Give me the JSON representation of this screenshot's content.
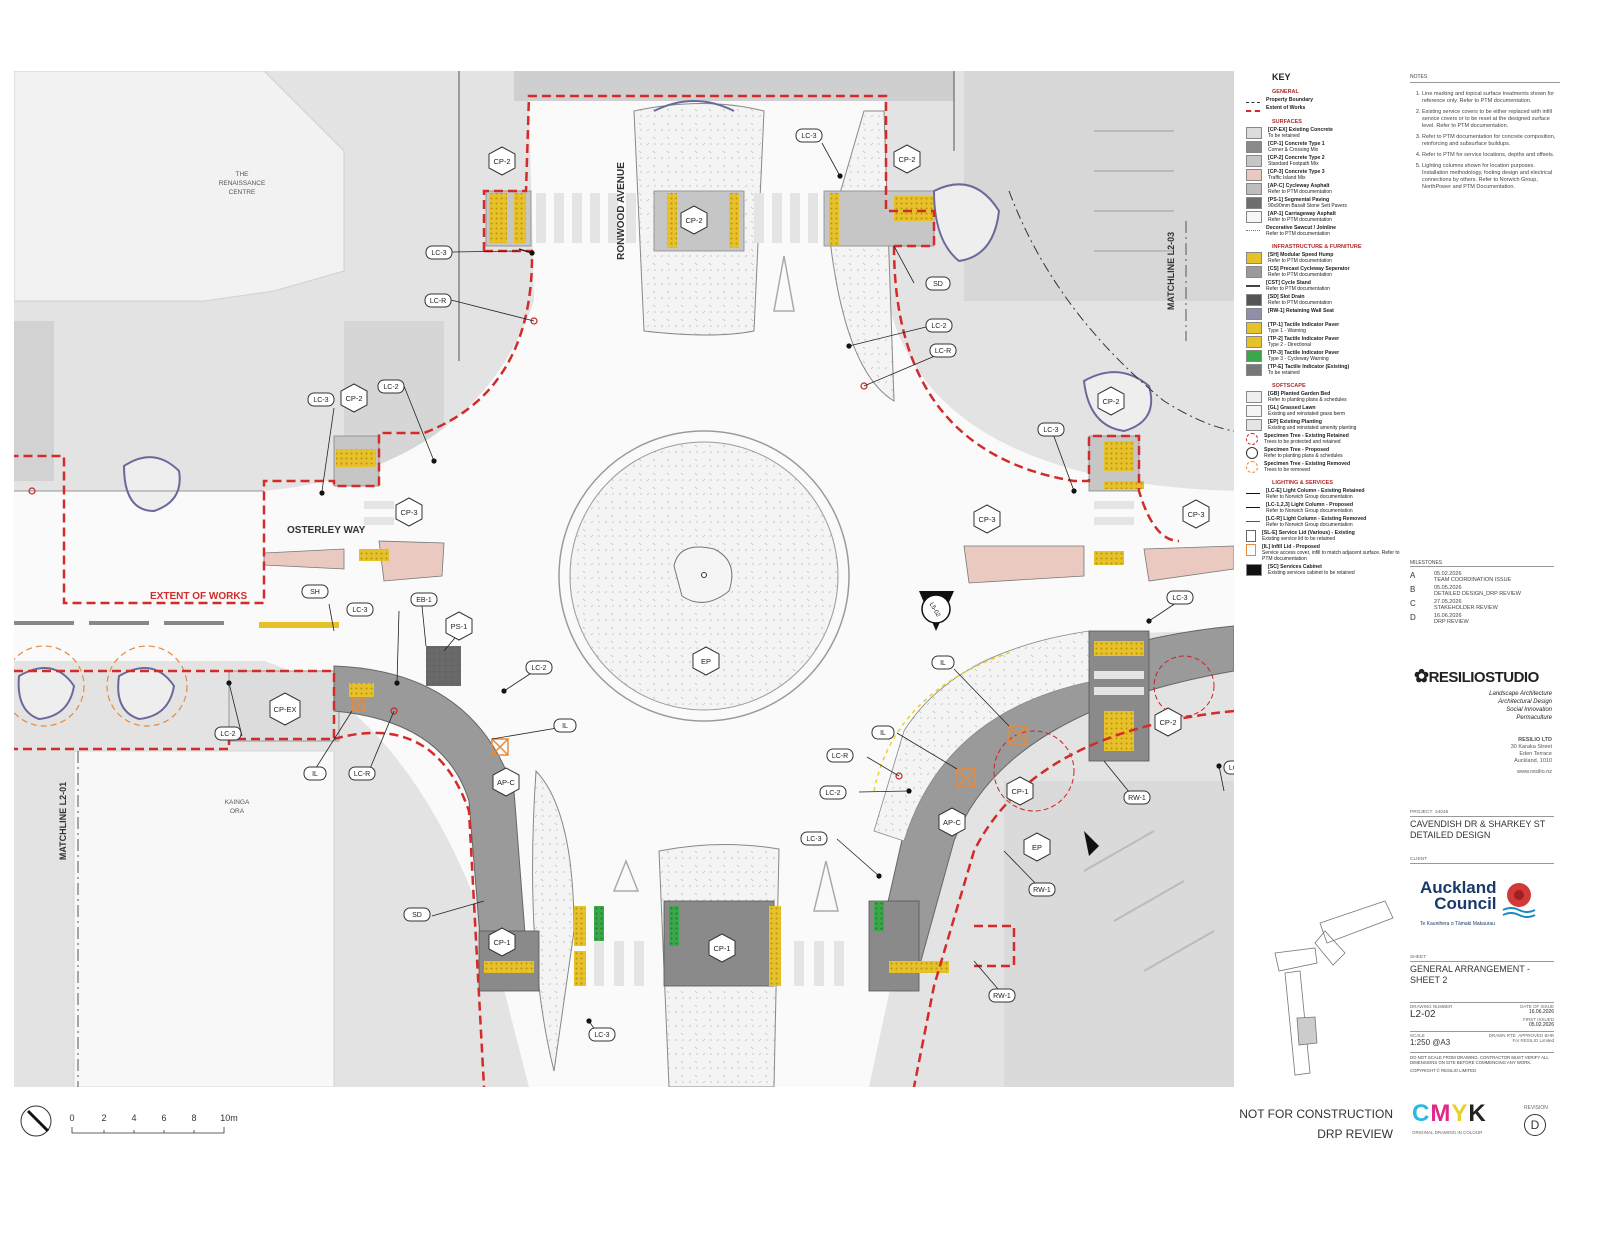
{
  "plan": {
    "building_labels": [
      "THE",
      "RENAISSANCE",
      "CENTRE",
      "KAINGA",
      "ORA"
    ],
    "streets": {
      "ronwood": "RONWOOD AVENUE",
      "osterley": "OSTERLEY WAY"
    },
    "extent_of_works": "EXTENT OF WORKS",
    "matchlines": {
      "left": "MATCHLINE L2-01",
      "right": "MATCHLINE L2-03"
    },
    "section_marker": "L5-02",
    "tags": {
      "cp2": "CP-2",
      "cp3": "CP-3",
      "cp1": "CP-1",
      "cpex": "CP-EX",
      "apc": "AP-C",
      "ep": "EP",
      "ps1": "PS-1",
      "eb1": "EB-1",
      "sh": "SH",
      "lc3": "LC-3",
      "lc2": "LC-2",
      "lcr": "LC-R",
      "sd": "SD",
      "il": "IL",
      "rw1": "RW-1"
    }
  },
  "key": {
    "title": "KEY",
    "sections": [
      {
        "title": "GENERAL",
        "items": [
          {
            "name": "Property Boundary",
            "desc": "",
            "swatch": "line-dash"
          },
          {
            "name": "Extent of Works",
            "desc": "",
            "swatch": "line-red"
          }
        ]
      },
      {
        "title": "SURFACES",
        "items": [
          {
            "name": "[CP-EX] Existing Concrete",
            "desc": "To be retained",
            "swatch": "#dcdcdc"
          },
          {
            "name": "[CP-1] Concrete Type 1",
            "desc": "Corner & Crossing Mix",
            "swatch": "#8a8a8a"
          },
          {
            "name": "[CP-2] Concrete Type 2",
            "desc": "Standard Footpath Mix",
            "swatch": "#c6c6c6"
          },
          {
            "name": "[CP-3] Concrete Type 3",
            "desc": "Traffic Island Mix",
            "swatch": "#e9c9c0"
          },
          {
            "name": "[AP-C] Cycleway Asphalt",
            "desc": "Refer to PTM documentation",
            "swatch": "#bdbdbd"
          },
          {
            "name": "[PS-1] Segmental Paving",
            "desc": "90x90mm Basalt Stone Sett Pavers",
            "swatch": "#6e6e6e"
          },
          {
            "name": "[AP-1] Carriageway Asphalt",
            "desc": "Refer to PTM documentation",
            "swatch": "#f6f6f6"
          },
          {
            "name": "Decorative Sawcut / Joinline",
            "desc": "Refer to PTM documentation",
            "swatch": "line-dot"
          }
        ]
      },
      {
        "title": "INFRASTRUCTURE & FURNITURE",
        "items": [
          {
            "name": "[SH] Modular Speed Hump",
            "desc": "Refer to PTM documentation",
            "swatch": "#e6c12a"
          },
          {
            "name": "[CS] Precast Cycleway Seperator",
            "desc": "Refer to PTM documentation",
            "swatch": "#9a9a9a"
          },
          {
            "name": "[CST] Cycle Stand",
            "desc": "Refer to PTM documentation",
            "swatch": "line-dark"
          },
          {
            "name": "[SD] Slot Drain",
            "desc": "Refer to PTM documentation",
            "swatch": "#555555"
          },
          {
            "name": "[RW-1] Retaining Wall Seat",
            "desc": "",
            "swatch": "#8f8fa8"
          },
          {
            "name": "[TP-1] Tactile Indicator Paver",
            "desc": "Type 1 - Warning",
            "swatch": "#e6c12a"
          },
          {
            "name": "[TP-2] Tactile Indicator Paver",
            "desc": "Type 2 - Directional",
            "swatch": "#e6c12a"
          },
          {
            "name": "[TP-3] Tactile Indicator Paver",
            "desc": "Type 3 - Cycleway Warning",
            "swatch": "#3aa84a"
          },
          {
            "name": "[TP-E] Tactile Indicator (Existing)",
            "desc": "To be retained",
            "swatch": "#777777"
          }
        ]
      },
      {
        "title": "SOFTSCAPE",
        "items": [
          {
            "name": "[GB] Planted Garden Bed",
            "desc": "Refer to planting plans & schedules",
            "swatch": "#efefef"
          },
          {
            "name": "[GL] Grassed Lawn",
            "desc": "Existing and reinstated grass berm",
            "swatch": "#f4f4f4"
          },
          {
            "name": "[EP] Existing Planting",
            "desc": "Existing and reinstated amenity planting",
            "swatch": "#e4e4e4"
          },
          {
            "name": "Specimen Tree - Existing Retained",
            "desc": "Trees to be protected and retained",
            "swatch": "tree-red"
          },
          {
            "name": "Specimen Tree - Proposed",
            "desc": "Refer to planting plans & schedules",
            "swatch": "tree-prop"
          },
          {
            "name": "Specimen Tree - Existing Removed",
            "desc": "Trees to be removed",
            "swatch": "tree-rem"
          }
        ]
      },
      {
        "title": "LIGHTING & SERVICES",
        "items": [
          {
            "name": "[LC-E] Light Column - Existing Retained",
            "desc": "Refer to Norwich Group documentation",
            "swatch": "lc-e"
          },
          {
            "name": "[LC-1,2,3] Light Column - Proposed",
            "desc": "Refer to Norwich Group documentation",
            "swatch": "lc-p"
          },
          {
            "name": "[LC-R] Light Column - Existing Removed",
            "desc": "Refer to Norwich Group documentation",
            "swatch": "lc-r"
          },
          {
            "name": "[SL-E] Service Lid (Various) - Existing",
            "desc": "Existing service lid to be retained",
            "swatch": "sl"
          },
          {
            "name": "[IL] Infill Lid - Proposed",
            "desc": "Service access cover, infill to match adjacent surface. Refer to PTM documentation",
            "swatch": "il"
          },
          {
            "name": "[SC] Services Cabinet",
            "desc": "Existing services cabinet to be retained",
            "swatch": "#111111"
          }
        ]
      }
    ]
  },
  "notes": {
    "title": "NOTES",
    "items": [
      "Line marking and topical surface treatments shown for reference only. Refer to PTM documentation.",
      "Existing service covers to be either replaced with infill service covers or to be reset at the designed surface level. Refer to PTM documentation.",
      "Refer to PTM documentation for concrete composition, reinforcing and subsurface buildups.",
      "Refer to PTM for service locations, depths and offsets.",
      "Lighting columns shown for location purposes. Installation methodology, footing design and electrical connections by others. Refer to Norwich Group, NorthPower and PTM Documentation."
    ]
  },
  "title_block": {
    "milestones_label": "MILESTONES",
    "milestones": [
      {
        "code": "A",
        "date": "05.02.2026",
        "desc": "TEAM COORDINATION ISSUE"
      },
      {
        "code": "B",
        "date": "05.05.2026",
        "desc": "DETAILED DESIGN_DRP REVIEW"
      },
      {
        "code": "C",
        "date": "27.05.2026",
        "desc": "STAKEHOLDER REVIEW"
      },
      {
        "code": "D",
        "date": "16.06.2026",
        "desc": "DRP REVIEW"
      }
    ],
    "studio": "RESILIOSTUDIO",
    "studio_sub": [
      "Landscape Architecture",
      "Architectural Design",
      "Social Innovation",
      "Permaculture"
    ],
    "address": [
      "RESILIO LTD",
      "30 Karaka Street",
      "Eden Terrace",
      "Auckland, 1010",
      "www.resilio.nz"
    ],
    "project_label": "PROJECT",
    "project_no": "24045",
    "project": [
      "CAVENDISH DR & SHARKEY ST",
      "DETAILED DESIGN"
    ],
    "client_label": "CLIENT",
    "client": [
      "Auckland",
      "Council"
    ],
    "client_sub": "Te Kaunihera o Tāmaki Makaurau",
    "sheet_label": "SHEET",
    "sheet": [
      "GENERAL ARRANGEMENT -",
      "SHEET 2"
    ],
    "drawing_number_label": "DRAWING NUMBER",
    "drawing_number": "L2-02",
    "date_of_issue_label": "DATE OF ISSUE",
    "date_of_issue": "16.06.2026",
    "first_issued_label": "FIRST ISSUED",
    "first_issued": "05.02.2026",
    "scale_label": "SCALE",
    "scale": "1:250 @A3",
    "drawn_label": "DRAWN",
    "drawn": "RTE",
    "approved_label": "APPROVED",
    "approved": "BHR",
    "approved_by": "For RESILIO Limited",
    "disclaimer": "DO NOT SCALE FROM DRAWING. CONTRACTOR MUST VERIFY ALL DIMENSIONS ON SITE BEFORE COMMENCING ANY WORK.",
    "copyright": "COPYRIGHT © RESILIO LIMITED",
    "cmyk": "CMYK",
    "cmyk_sub": "ORIGINAL DRAWING IN COLOUR",
    "revision_label": "REVISION",
    "revision": "D"
  },
  "status": [
    "NOT FOR CONSTRUCTION",
    "DRP REVIEW"
  ],
  "scale_bar": {
    "ticks": [
      "0",
      "2",
      "4",
      "6",
      "8",
      "10m"
    ]
  }
}
